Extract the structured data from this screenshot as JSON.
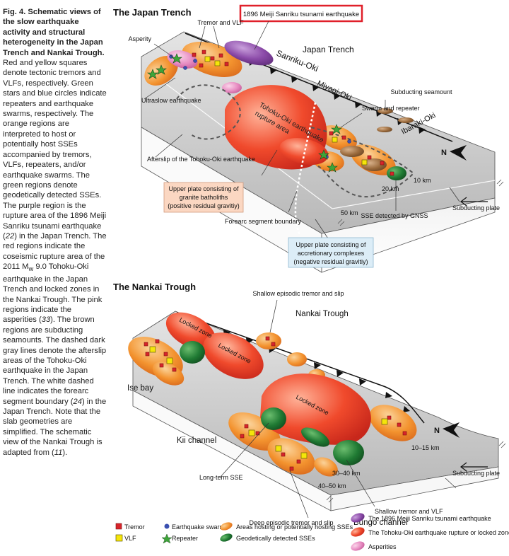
{
  "caption": {
    "title": "Fig. 4. Schematic views of the slow earthquake activity and structural heterogeneity in the Japan Trench and Nankai Trough.",
    "body_parts": [
      " Red and yellow squares denote tectonic tremors and VLFs, respectively. Green stars and blue circles indicate repeaters and earthquake swarms, respectively. The orange regions are interpreted to host or potentially host SSEs accompanied by tremors, VLFs, repeaters, and/or earthquake swarms. The green regions denote geodetically detected SSEs. The purple region is the rupture area of the 1896 Meiji Sanriku tsunami earthquake (",
      "22",
      ") in the Japan Trench. The red regions indicate the coseismic rupture area of the 2011 M",
      "w",
      " 9.0 Tohoku-Oki earthquake in the Japan Trench and locked zones in the Nankai Trough. The pink regions indicate the asperities (",
      "33",
      "). The brown regions are subducting seamounts. The dashed dark gray lines denote the afterslip areas of the Tohoku-Oki earthquake in the Japan Trench. The white dashed line indicates the forearc segment boundary (",
      "24",
      ") in the Japan Trench. Note that the slab geometries are simplified. The schematic view of the Nankai Trough is adapted from (",
      "11",
      ")."
    ]
  },
  "japan": {
    "heading": "The Japan Trench",
    "highlight_label": "1896 Meiji Sanriku tsunami earthquake",
    "labels": {
      "tremor_vlf": "Tremor and VLF",
      "asperity": "Asperity",
      "sanriku_oki": "Sanriku-Oki",
      "japan_trench": "Japan Trench",
      "miyagi_oki": "Miyagi-Oki",
      "rupture_1": "Tohoku-Oki earthquake",
      "rupture_2": "rupture area",
      "swarm_repeater": "Swarm and repeater",
      "seamount": "Subducting seamount",
      "ibaraki_oki": "Ibaraki-Oki",
      "north": "N",
      "ultraslow": "Ultraslow earthquake",
      "afterslip": "Afterslip of the Tohoku-Oki earthquake",
      "depth_10": "10 km",
      "depth_20": "20 km",
      "depth_50": "50 km",
      "subducting_plate": "Subducting plate",
      "sse_gnss": "SSE detected by GNSS",
      "forearc": "Forearc segment boundary",
      "granite_1": "Upper plate consisting of",
      "granite_2": "granite batholiths",
      "granite_3": "(positive residual gravitiy)",
      "accretion_1": "Upper plate consisting of",
      "accretion_2": "accretionary complexes",
      "accretion_3": "(negative residual gravitiy)"
    }
  },
  "nankai": {
    "heading": "The Nankai Trough",
    "labels": {
      "shallow_tremor_slip": "Shallow episodic tremor and slip",
      "nankai_trough": "Nankai Trough",
      "locked_zone": "Locked zone",
      "ise_bay": "Ise bay",
      "kii_channel": "Kii channel",
      "long_term_sse": "Long-term SSE",
      "north": "N",
      "depth_10_15": "10–15 km",
      "depth_30_40": "30–40 km",
      "depth_40_50": "40–50 km",
      "subducting_plate": "Subducting plate",
      "shallow_tremor_vlf": "Shallow tremor and VLF",
      "deep_tremor_slip": "Deep episodic tremor and slip",
      "bungo_channel": "Bungo channel"
    }
  },
  "legend": {
    "tremor": "Tremor",
    "vlf": "VLF",
    "swarm": "Earthquake swarm",
    "repeater": "Repeater",
    "hosting_sse": "Areas hosting or potentially hosting SSEs",
    "geodetic_sse": "Geodetically detected SSEs",
    "meiji": "The 1896 Meiji Sanriku tsunami earthquake",
    "tohoku": "The Tohoku-Oki earthquake rupture or locked zone",
    "asperities": "Asperities"
  },
  "colors": {
    "tremor": "#d7242a",
    "vlf": "#f5e50a",
    "swarm": "#3a4fb0",
    "repeater": "#3ea53a",
    "orange": "#f08a2c",
    "green": "#1f7a33",
    "purple": "#8b4aa8",
    "red": "#ef4a2e",
    "pink": "#e58ac0",
    "brown": "#9a6a3c",
    "highlight": "#e0202a"
  }
}
